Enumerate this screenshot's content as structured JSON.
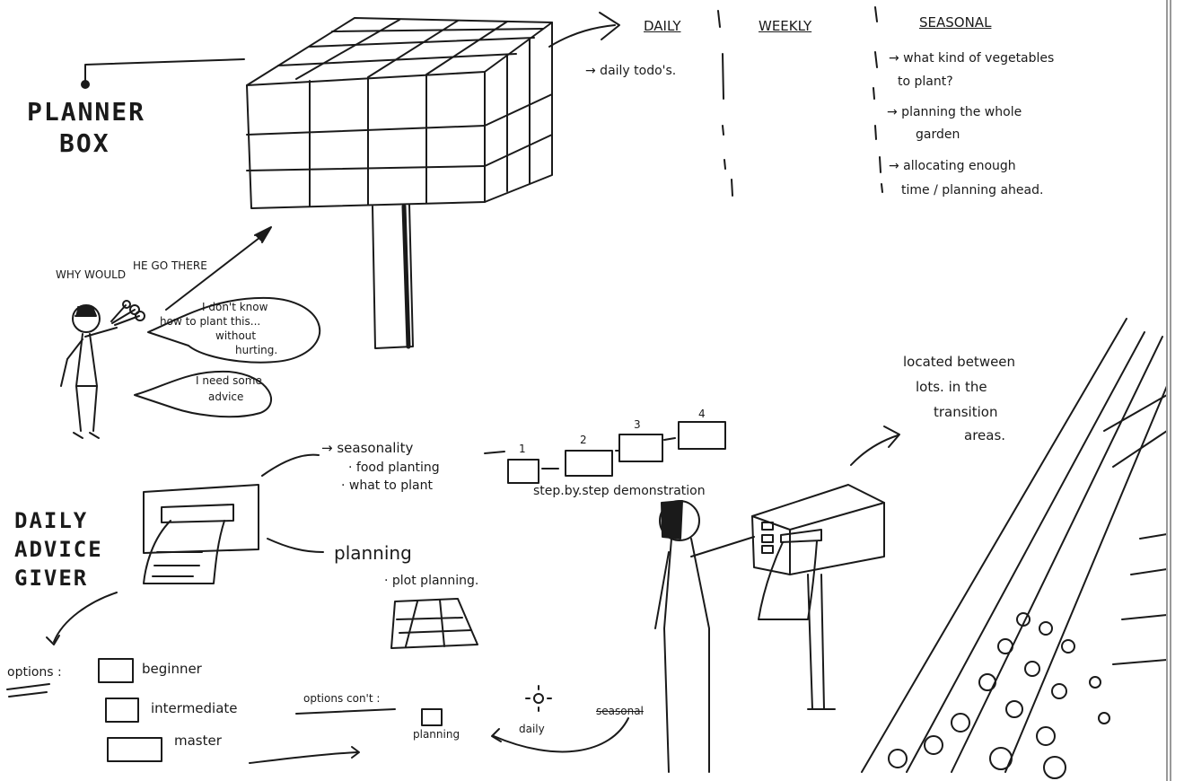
{
  "planner": {
    "title_line1": "PLANNER",
    "title_line2": "BOX",
    "tab_daily": "DAILY",
    "tab_weekly": "WEEKLY",
    "tab_seasonal": "SEASONAL",
    "daily_note": "→ daily todo's.",
    "seasonal_notes": [
      "→ what kind of vegetables",
      "to plant?",
      "→ planning the whole",
      "garden",
      "→ allocating enough",
      "time / planning ahead."
    ]
  },
  "person": {
    "question": "WHY WOULD",
    "question2": "HE GO THERE",
    "bubble1_l1": "I don't know",
    "bubble1_l2": "how to plant this...",
    "bubble1_l3": "without",
    "bubble1_l4": "hurting.",
    "bubble2_l1": "I need some",
    "bubble2_l2": "advice"
  },
  "advice": {
    "title_line1": "DAILY",
    "title_line2": "ADVICE",
    "title_line3": "GIVER",
    "seasonality": "→ seasonality",
    "food_planting": "· food planting",
    "what_to_plant": "· what to plant",
    "steps": [
      "1",
      "2",
      "3",
      "4"
    ],
    "step_caption": "step.by.step demonstration",
    "planning": "planning",
    "plot_planning": "· plot planning.",
    "options_label": "options :",
    "options": [
      "beginner",
      "intermediate",
      "master"
    ],
    "options_cont": "options con't :",
    "opt_planning": "planning",
    "opt_daily": "daily",
    "opt_seasonal": "seasonal",
    "location_l1": "located between",
    "location_l2": "lots. in the",
    "location_l3": "transition",
    "location_l4": "areas."
  }
}
